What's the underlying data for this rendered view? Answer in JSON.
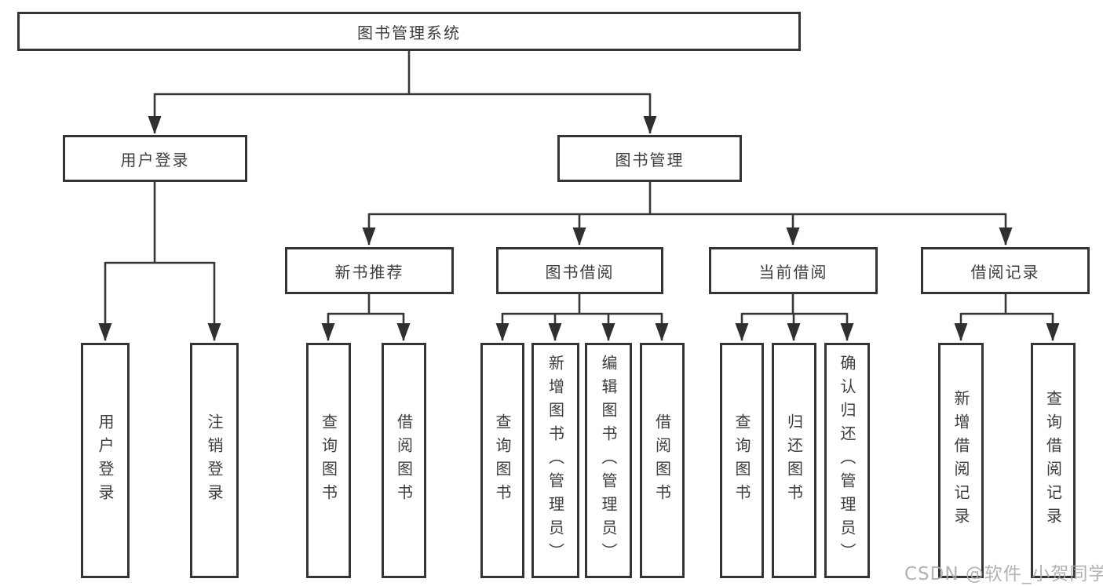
{
  "tree": {
    "root": "图书管理系统",
    "branches": [
      {
        "label": "用户登录",
        "leaves": [
          "用户登录",
          "注销登录"
        ]
      },
      {
        "label": "图书管理",
        "groups": [
          {
            "label": "新书推荐",
            "leaves": [
              "查询图书",
              "借阅图书"
            ]
          },
          {
            "label": "图书借阅",
            "leaves": [
              "查询图书",
              "新增图书（管理员）",
              "编辑图书（管理员）",
              "借阅图书"
            ]
          },
          {
            "label": "当前借阅",
            "leaves": [
              "查询图书",
              "归还图书",
              "确认归还（管理员）"
            ]
          },
          {
            "label": "借阅记录",
            "leaves": [
              "新增借阅记录",
              "查询借阅记录"
            ]
          }
        ]
      }
    ]
  },
  "watermark": "CSDN @软件_小贺同学",
  "colors": {
    "line": "#373737",
    "box_border": "#343434",
    "text": "#3d3d3d",
    "background": "#ffffff",
    "watermark": "#a9a9a9"
  }
}
